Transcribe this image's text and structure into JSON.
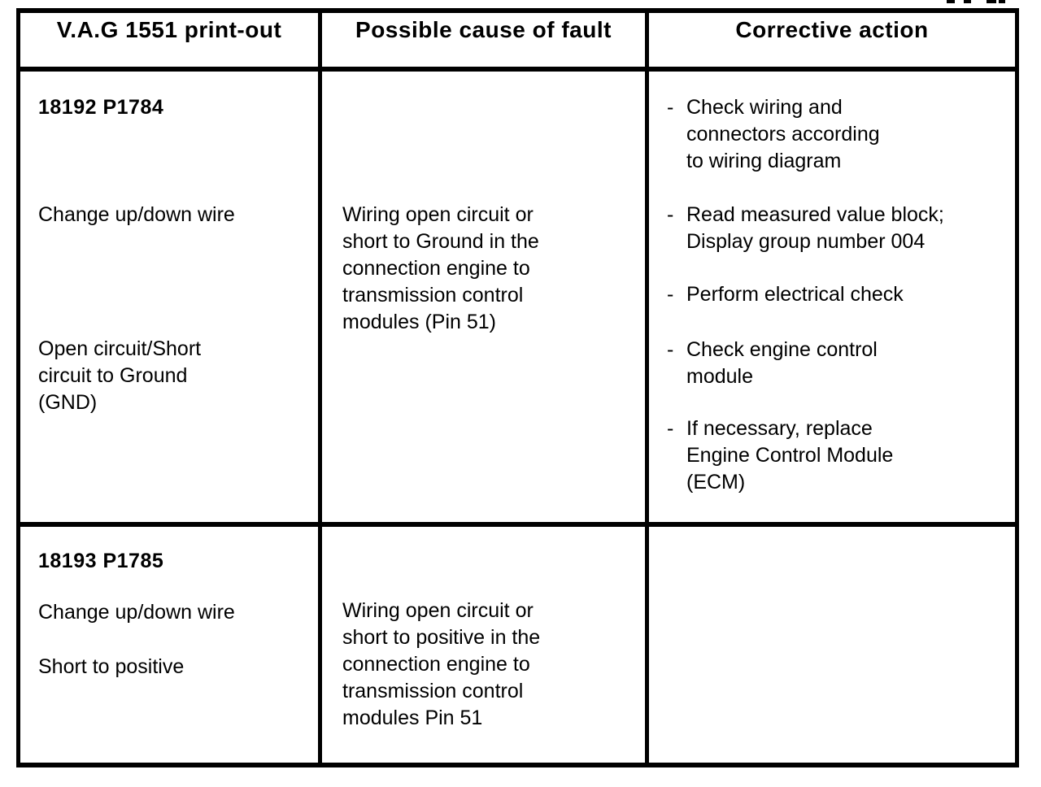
{
  "table": {
    "bullet": "-",
    "headers": {
      "col1": "V.A.G 1551 print-out",
      "col2": "Possible cause of fault",
      "col3": "Corrective action"
    },
    "r1": {
      "code": "18192 P1784",
      "wire": "Change up/down wire",
      "fault_lines": [
        "Open circuit/Short",
        "circuit to Ground",
        "(GND)"
      ],
      "cause_lines": [
        "Wiring open circuit or",
        "short to Ground in the",
        "connection engine to",
        "transmission control",
        "modules (Pin 51)"
      ],
      "actions": [
        {
          "lines": [
            "Check wiring and",
            "connectors according",
            "to wiring diagram"
          ]
        },
        {
          "lines": [
            "Read measured value block;",
            "Display group number 004"
          ]
        },
        {
          "lines": [
            "Perform electrical check"
          ]
        },
        {
          "lines": [
            "Check engine control",
            "module"
          ]
        },
        {
          "lines": [
            "If necessary, replace",
            "Engine Control Module",
            "(ECM)"
          ]
        }
      ]
    },
    "r2": {
      "code": "18193 P1785",
      "wire": "Change up/down wire",
      "fault_lines": [
        "Short to positive"
      ],
      "cause_lines": [
        "Wiring open circuit or",
        "short to positive in the",
        "connection engine to",
        "transmission control",
        "modules Pin 51"
      ]
    }
  }
}
